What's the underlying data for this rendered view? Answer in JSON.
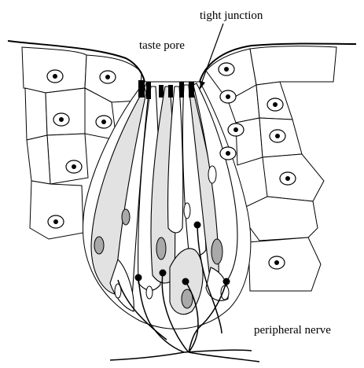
{
  "labels": {
    "taste_pore": "taste pore",
    "tight_junction": "tight junction",
    "peripheral_nerve": "peripheral nerve"
  },
  "colors": {
    "line": "#000000",
    "receptor_cell_fill": "#e2e2e2",
    "background": "#ffffff"
  }
}
